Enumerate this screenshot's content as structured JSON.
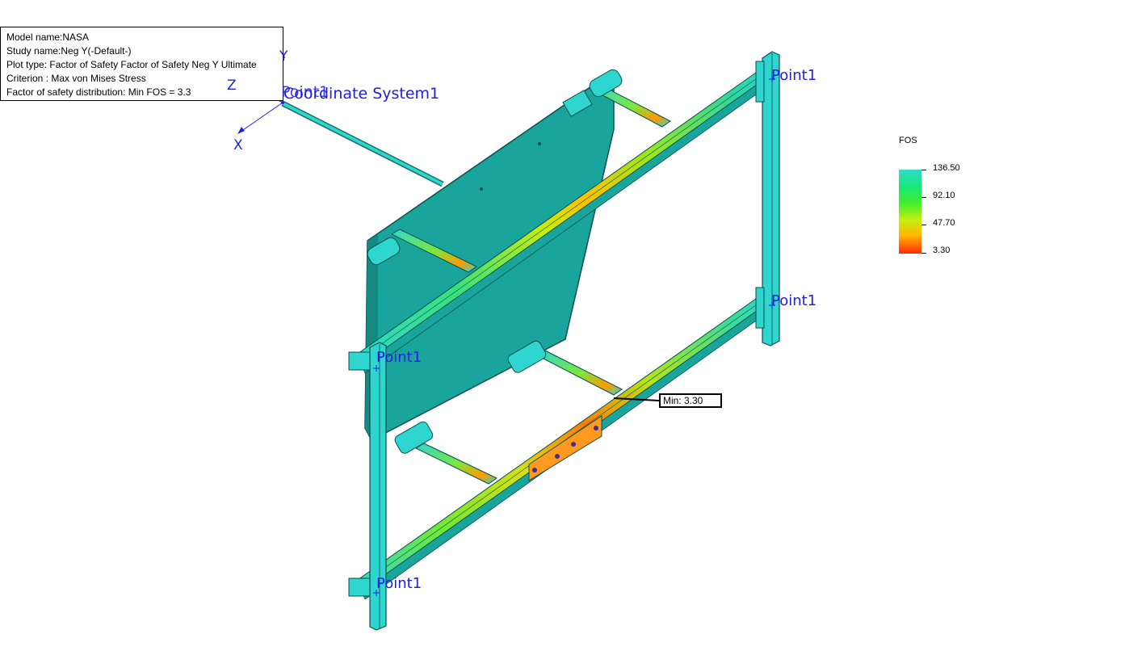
{
  "info": {
    "model_name": "Model name:NASA",
    "study_name": "Study name:Neg Y(-Default-)",
    "plot_type": "Plot type: Factor of Safety Factor of Safety Neg Y Ultimate",
    "criterion": "Criterion : Max von Mises Stress",
    "distribution": "Factor of safety distribution: Min FOS = 3.3"
  },
  "axes": {
    "x_label": "X",
    "y_label": "Y",
    "z_label": "Z",
    "coordinate_system_label": "Coordinate System1",
    "origin_label": "Point1"
  },
  "points": {
    "p1": "Point1",
    "p2": "Point1",
    "p3": "Point1",
    "p4": "Point1"
  },
  "legend": {
    "title": "FOS",
    "values": [
      "136.50",
      "92.10",
      "47.70",
      "3.30"
    ],
    "colors": {
      "top": "#33d9cc",
      "mid_high": "#18e878",
      "mid": "#c6ee10",
      "low": "#ff2a00"
    }
  },
  "min_marker": {
    "label": "Min: 3.30"
  },
  "colors": {
    "part_teal": "#1aa59c",
    "part_cyan": "#2fd6d0",
    "label_blue": "#2020e0"
  }
}
